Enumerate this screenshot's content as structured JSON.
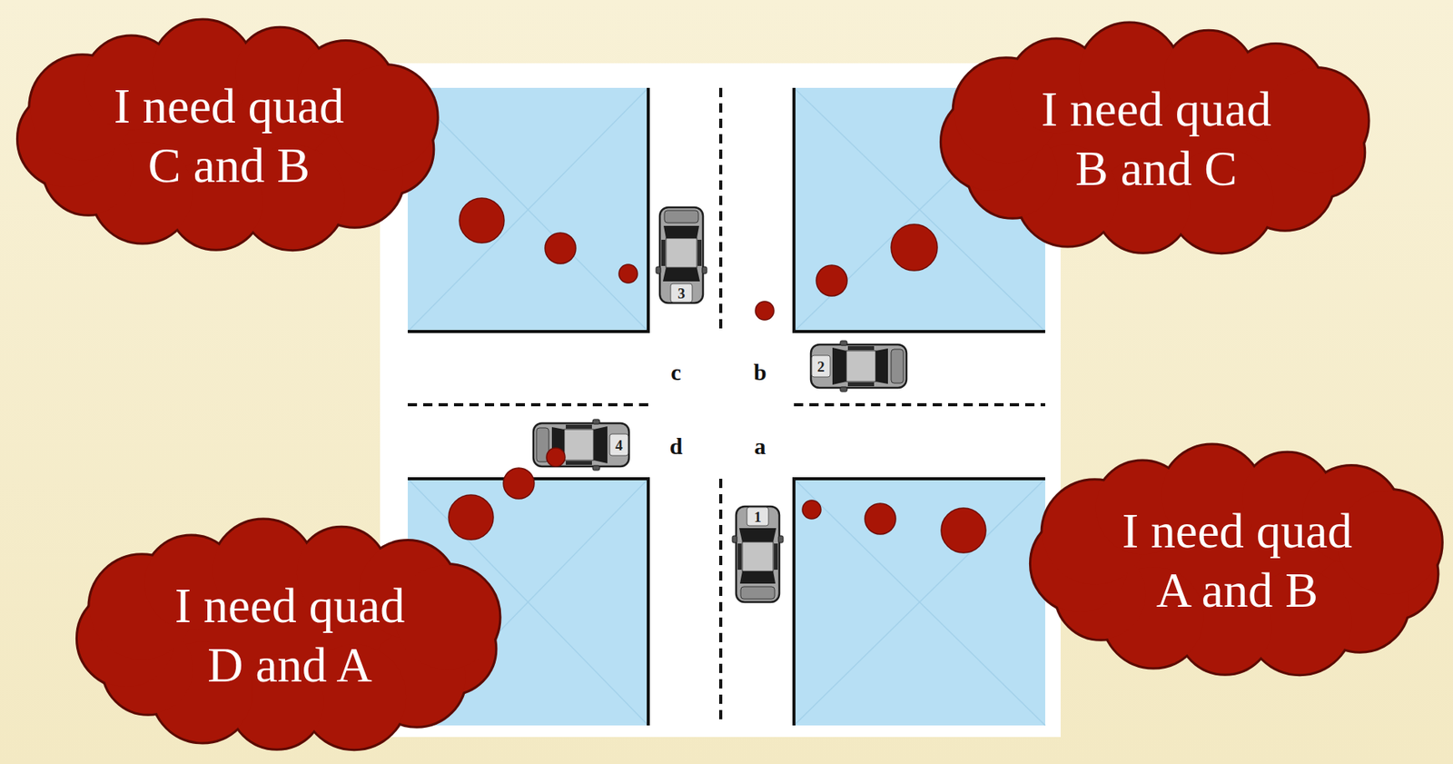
{
  "diagram": {
    "nodes": [
      {
        "text": [
          "I need quad C and B"
        ]
      },
      {
        "text": [
          "I need quad B and C"
        ]
      },
      {
        "text": [
          "I need quad D and A"
        ]
      },
      {
        "text": [
          "I need quad A and B"
        ]
      }
    ],
    "labels": [
      "c",
      "b",
      "d",
      "a",
      "1",
      "2",
      "3",
      "4"
    ]
  }
}
